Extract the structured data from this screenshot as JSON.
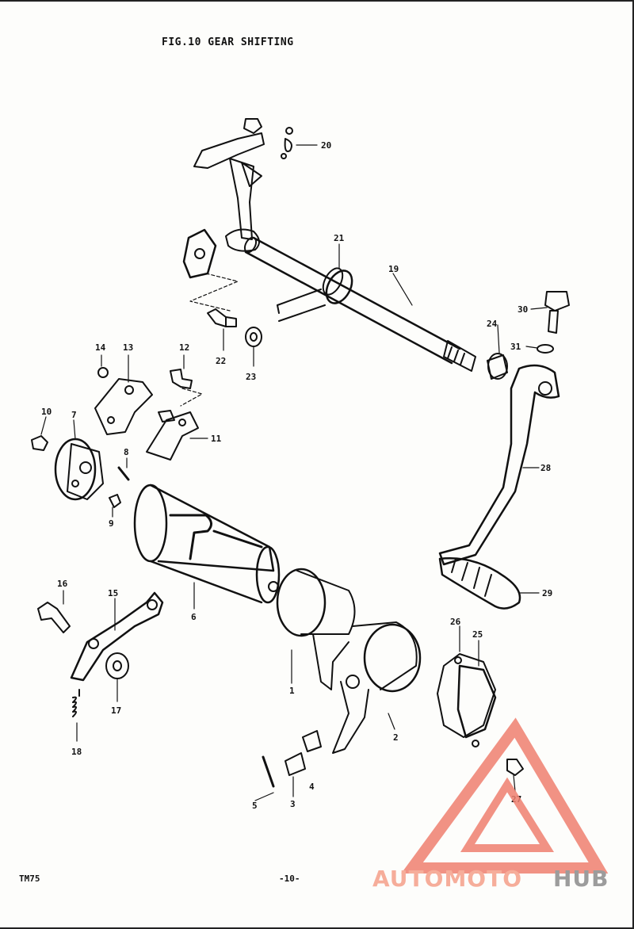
{
  "figure": {
    "title": "FIG.10  GEAR SHIFTING",
    "model": "TM75",
    "page_number": "-10-"
  },
  "watermark": {
    "text_part1": "AUTOMOTO",
    "text_part2": "HUB",
    "colors": {
      "accent": "#f5a08a",
      "triangle": "#f08070",
      "hub": "#8c8c8c"
    }
  },
  "callouts": [
    {
      "id": "label-1",
      "text": "1"
    },
    {
      "id": "label-2",
      "text": "2"
    },
    {
      "id": "label-3",
      "text": "3"
    },
    {
      "id": "label-4",
      "text": "4"
    },
    {
      "id": "label-5",
      "text": "5"
    },
    {
      "id": "label-6",
      "text": "6"
    },
    {
      "id": "label-7",
      "text": "7"
    },
    {
      "id": "label-8",
      "text": "8"
    },
    {
      "id": "label-9",
      "text": "9"
    },
    {
      "id": "label-10",
      "text": "10"
    },
    {
      "id": "label-11",
      "text": "11"
    },
    {
      "id": "label-12",
      "text": "12"
    },
    {
      "id": "label-13",
      "text": "13"
    },
    {
      "id": "label-14",
      "text": "14"
    },
    {
      "id": "label-15",
      "text": "15"
    },
    {
      "id": "label-16",
      "text": "16"
    },
    {
      "id": "label-17",
      "text": "17"
    },
    {
      "id": "label-18",
      "text": "18"
    },
    {
      "id": "label-19",
      "text": "19"
    },
    {
      "id": "label-20",
      "text": "20"
    },
    {
      "id": "label-21",
      "text": "21"
    },
    {
      "id": "label-22",
      "text": "22"
    },
    {
      "id": "label-23",
      "text": "23"
    },
    {
      "id": "label-24",
      "text": "24"
    },
    {
      "id": "label-25",
      "text": "25"
    },
    {
      "id": "label-26",
      "text": "26"
    },
    {
      "id": "label-27",
      "text": "27"
    },
    {
      "id": "label-28",
      "text": "28"
    },
    {
      "id": "label-29",
      "text": "29"
    },
    {
      "id": "label-30",
      "text": "30"
    },
    {
      "id": "label-31",
      "text": "31"
    }
  ]
}
